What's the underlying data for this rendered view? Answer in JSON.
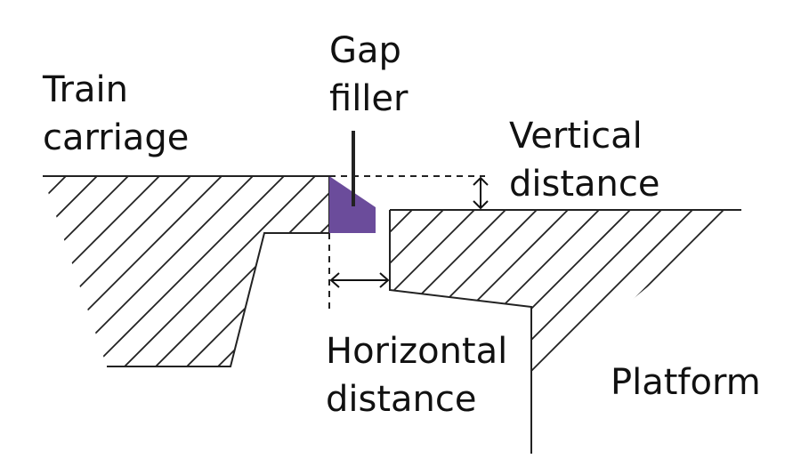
{
  "diagram": {
    "title": "Platform gap diagram",
    "labels": {
      "train_carriage": [
        "Train",
        "carriage"
      ],
      "gap_filler": [
        "Gap",
        "filler"
      ],
      "vertical_distance": [
        "Vertical",
        "distance"
      ],
      "horizontal_distance": [
        "Horizontal",
        "distance"
      ],
      "platform": "Platform"
    },
    "colors": {
      "gap_filler": "#6b4c9b",
      "lines": "#222222",
      "text": "#111111",
      "background": "#ffffff"
    }
  }
}
